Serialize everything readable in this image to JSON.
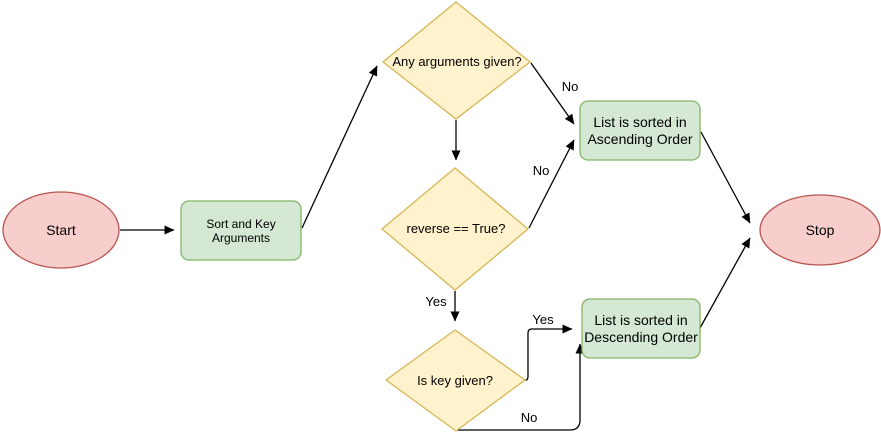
{
  "colors": {
    "background": "#ffffff",
    "edge": "#000000",
    "text": "#000000",
    "terminal_fill": "#f8cecc",
    "terminal_stroke": "#b85450",
    "process_fill": "#d5e8d4",
    "process_stroke": "#82b366",
    "decision_fill": "#fff2cc",
    "decision_stroke": "#d6b656"
  },
  "nodes": {
    "start": {
      "label": "Start"
    },
    "sort_key_arguments": {
      "line1": "Sort and Key",
      "line2": "Arguments"
    },
    "any_arguments_given": {
      "label": "Any arguments given?"
    },
    "reverse_true": {
      "label": "reverse == True?"
    },
    "is_key_given": {
      "label": "Is key given?"
    },
    "ascending": {
      "line1": "List is sorted in",
      "line2": "Ascending Order"
    },
    "descending": {
      "line1": "List is sorted in",
      "line2": "Descending Order"
    },
    "stop": {
      "label": "Stop"
    }
  },
  "edge_labels": {
    "any_arguments_no": "No",
    "reverse_no": "No",
    "reverse_yes": "Yes",
    "key_given_yes": "Yes",
    "key_given_no": "No"
  }
}
